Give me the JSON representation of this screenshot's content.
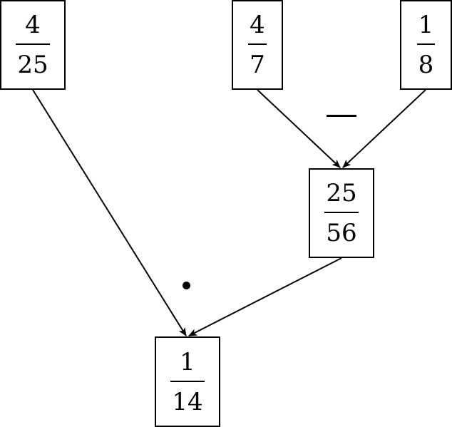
{
  "boxes": {
    "top_left": {
      "numerator": "4",
      "denominator": "25"
    },
    "top_middle": {
      "numerator": "4",
      "denominator": "7"
    },
    "top_right": {
      "numerator": "1",
      "denominator": "8"
    },
    "middle": {
      "numerator": "25",
      "denominator": "56"
    },
    "bottom": {
      "numerator": "1",
      "denominator": "14"
    }
  },
  "operators": {
    "subtraction": "minus",
    "multiplication": "dot"
  }
}
